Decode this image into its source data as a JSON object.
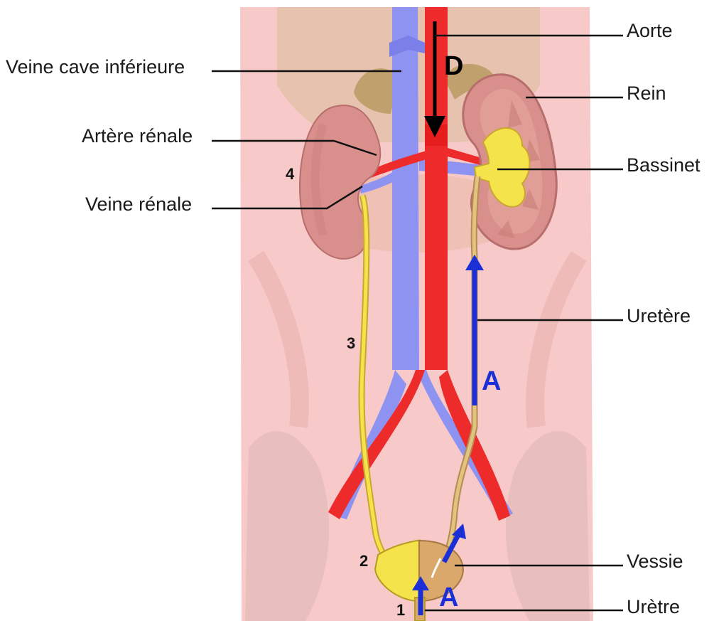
{
  "labels": {
    "aorte": "Aorte",
    "veine_cave": "Veine cave inférieure",
    "rein": "Rein",
    "artere_renale": "Artère rénale",
    "bassinet": "Bassinet",
    "veine_renale": "Veine rénale",
    "uretere": "Uretère",
    "vessie": "Vessie",
    "uretre": "Urètre"
  },
  "markers": {
    "D": "D",
    "A1": "A",
    "A2": "A",
    "n1": "1",
    "n2": "2",
    "n3": "3",
    "n4": "4"
  },
  "colors": {
    "body": "#f7c9c9",
    "artery": "#ee2b2b",
    "vein": "#8e93f2",
    "kidney": "#d9908c",
    "urine": "#f4e34a",
    "bladder": "#d9a86a",
    "arrow_blue": "#1a2fd6",
    "arrow_black": "#000000"
  }
}
